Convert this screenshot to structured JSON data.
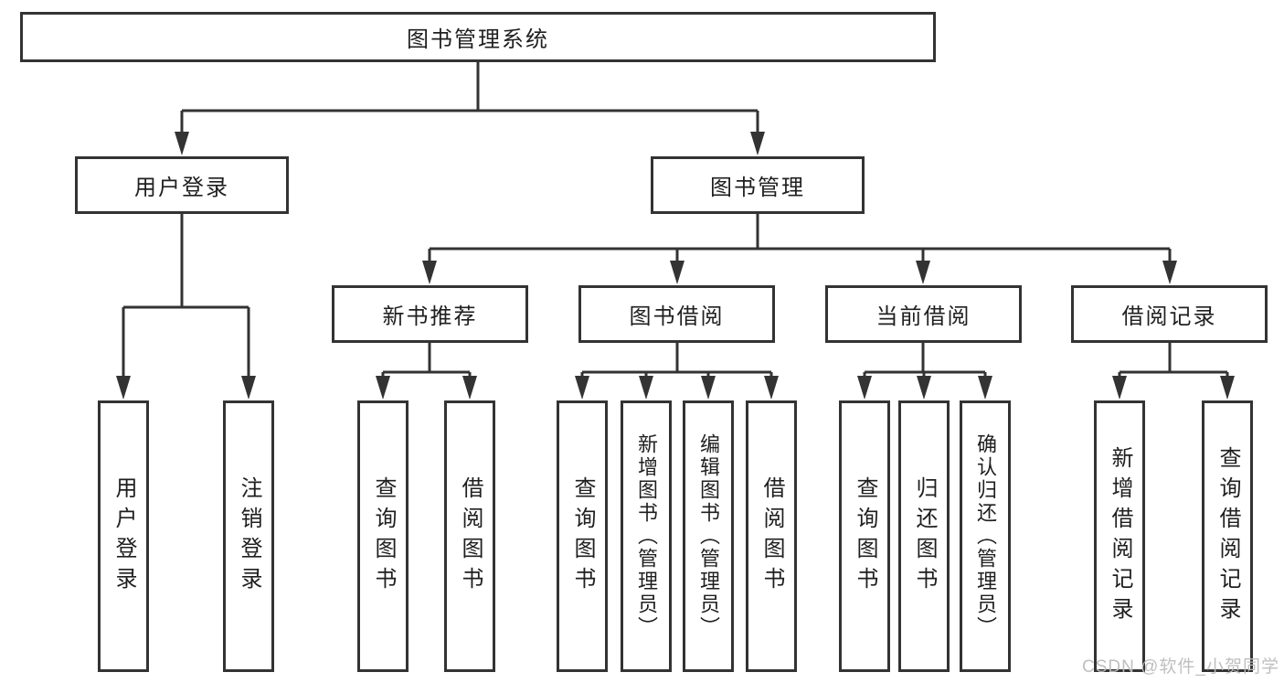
{
  "colors": {
    "background": "#ffffff",
    "box_border": "#333333",
    "connector_line": "#333333",
    "text": "#1f1f1f",
    "watermark_text": "#bcbcbc"
  },
  "diagram": {
    "root": {
      "label": "图书管理系统"
    },
    "level2": [
      {
        "label": "用户登录"
      },
      {
        "label": "图书管理"
      }
    ],
    "level3": [
      {
        "label": "新书推荐"
      },
      {
        "label": "图书借阅"
      },
      {
        "label": "当前借阅"
      },
      {
        "label": "借阅记录"
      }
    ],
    "leaves": [
      {
        "label": "用户登录"
      },
      {
        "label": "注销登录"
      },
      {
        "label": "查询图书"
      },
      {
        "label": "借阅图书"
      },
      {
        "label": "查询图书"
      },
      {
        "label": "新增图书（管理员）"
      },
      {
        "label": "编辑图书（管理员）"
      },
      {
        "label": "借阅图书"
      },
      {
        "label": "查询图书"
      },
      {
        "label": "归还图书"
      },
      {
        "label": "确认归还（管理员）"
      },
      {
        "label": "新增借阅记录"
      },
      {
        "label": "查询借阅记录"
      }
    ]
  },
  "watermark": {
    "text": "CSDN @软件_小贺同学"
  }
}
